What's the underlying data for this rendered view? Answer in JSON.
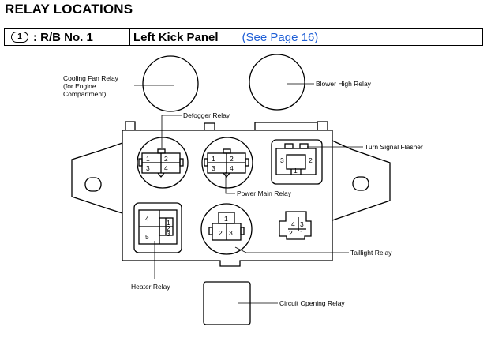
{
  "page": {
    "title": "RELAY LOCATIONS"
  },
  "header": {
    "location_num": "1",
    "rb_label": ": R/B No. 1",
    "location": "Left Kick Panel",
    "see_page": "(See Page 16)"
  },
  "labels": {
    "cooling_fan": [
      "Cooling Fan Relay",
      "(for Engine",
      "Compartment)"
    ],
    "blower_high": "Blower High Relay",
    "defogger": "Defogger Relay",
    "turn_signal": "Turn Signal Flasher",
    "power_main": "Power Main Relay",
    "taillight": "Taillight Relay",
    "heater": "Heater Relay",
    "circuit_opening": "Circuit Opening Relay"
  },
  "pins": {
    "defogger": [
      "1",
      "2",
      "3",
      "4"
    ],
    "power_main": [
      "1",
      "2",
      "3",
      "4"
    ],
    "turn_signal": [
      "3",
      "2",
      "1"
    ],
    "heater": [
      "4",
      "1",
      "2",
      "3",
      "5"
    ],
    "taillight": [
      "1",
      "2",
      "3"
    ],
    "small": [
      "4",
      "3",
      "2",
      "1"
    ]
  }
}
